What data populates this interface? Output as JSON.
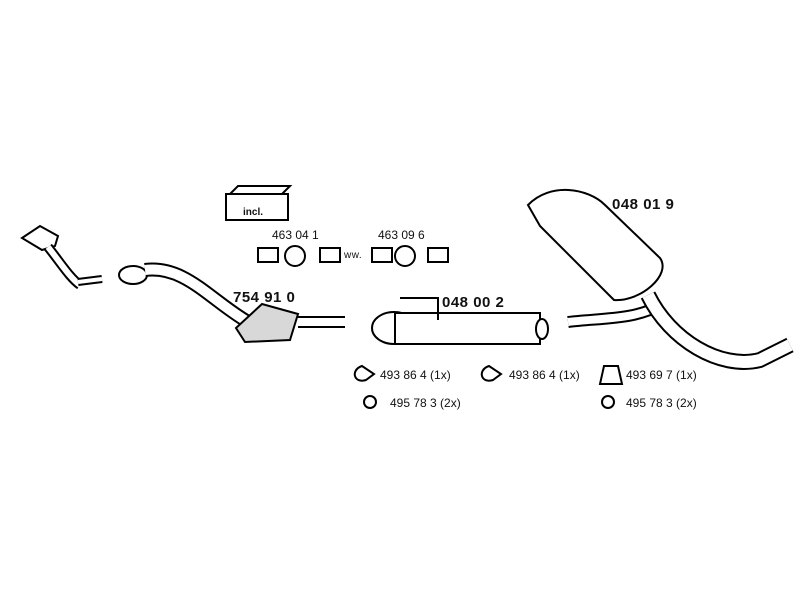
{
  "kit": {
    "label": "incl."
  },
  "joints": {
    "label": "ww."
  },
  "parts": {
    "front_pipe": "",
    "catalyst": "754 91 0",
    "middle_silencer": "048 00 2",
    "rear_silencer": "048 01 9",
    "clamp_1": "463 04 1",
    "clamp_2": "463 09 6"
  },
  "accessories": {
    "a1": "493 86 4 (1x)",
    "a2": "493 86 4 (1x)",
    "a3": "493 69 7 (1x)",
    "a4": "495 78 3 (2x)",
    "a5": "495 78 3 (2x)"
  }
}
